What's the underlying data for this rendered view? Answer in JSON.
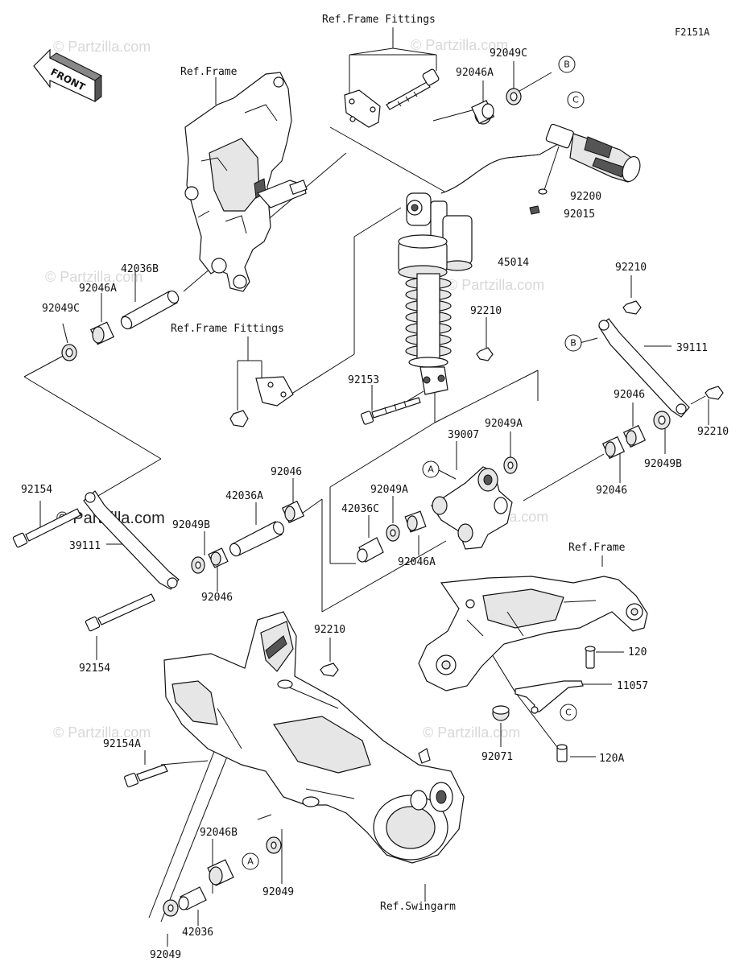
{
  "diagram_code": "F2151A",
  "front_arrow": {
    "label": "FRONT"
  },
  "watermarks": [
    "© Partzilla.com",
    "© Partzilla.com",
    "© Partzilla.com",
    "© Partzilla.com",
    "© Partzilla.com",
    "© Partzilla.com",
    "© Partzilla.com"
  ],
  "watermark_main": "© Partzilla.com",
  "references": {
    "frame_fittings_top": "Ref.Frame Fittings",
    "frame_top": "Ref.Frame",
    "frame_fittings_mid": "Ref.Frame Fittings",
    "frame_right": "Ref.Frame",
    "swingarm": "Ref.Swingarm"
  },
  "callouts": {
    "A": "A",
    "B": "B",
    "C": "C"
  },
  "parts": [
    {
      "id": "p1",
      "label": "92049C"
    },
    {
      "id": "p2",
      "label": "92046A"
    },
    {
      "id": "p3",
      "label": "92200"
    },
    {
      "id": "p4",
      "label": "92015"
    },
    {
      "id": "p5",
      "label": "45014"
    },
    {
      "id": "p6",
      "label": "42036B"
    },
    {
      "id": "p7",
      "label": "92046A"
    },
    {
      "id": "p8",
      "label": "92049C"
    },
    {
      "id": "p9",
      "label": "92210"
    },
    {
      "id": "p10",
      "label": "39111"
    },
    {
      "id": "p11",
      "label": "92210"
    },
    {
      "id": "p12",
      "label": "92153"
    },
    {
      "id": "p13",
      "label": "92046"
    },
    {
      "id": "p14",
      "label": "92049A"
    },
    {
      "id": "p15",
      "label": "39007"
    },
    {
      "id": "p16",
      "label": "92210"
    },
    {
      "id": "p17",
      "label": "92049B"
    },
    {
      "id": "p18",
      "label": "92046"
    },
    {
      "id": "p19",
      "label": "92046"
    },
    {
      "id": "p20",
      "label": "42036A"
    },
    {
      "id": "p21",
      "label": "92049A"
    },
    {
      "id": "p22",
      "label": "42036C"
    },
    {
      "id": "p23",
      "label": "92046A"
    },
    {
      "id": "p24",
      "label": "92154"
    },
    {
      "id": "p25",
      "label": "92049B"
    },
    {
      "id": "p26",
      "label": "39111"
    },
    {
      "id": "p27",
      "label": "92046"
    },
    {
      "id": "p28",
      "label": "92154"
    },
    {
      "id": "p29",
      "label": "92210"
    },
    {
      "id": "p30",
      "label": "120"
    },
    {
      "id": "p31",
      "label": "11057"
    },
    {
      "id": "p32",
      "label": "92154A"
    },
    {
      "id": "p33",
      "label": "92071"
    },
    {
      "id": "p34",
      "label": "120A"
    },
    {
      "id": "p35",
      "label": "92046B"
    },
    {
      "id": "p36",
      "label": "92049"
    },
    {
      "id": "p37",
      "label": "42036"
    },
    {
      "id": "p38",
      "label": "92049"
    }
  ]
}
